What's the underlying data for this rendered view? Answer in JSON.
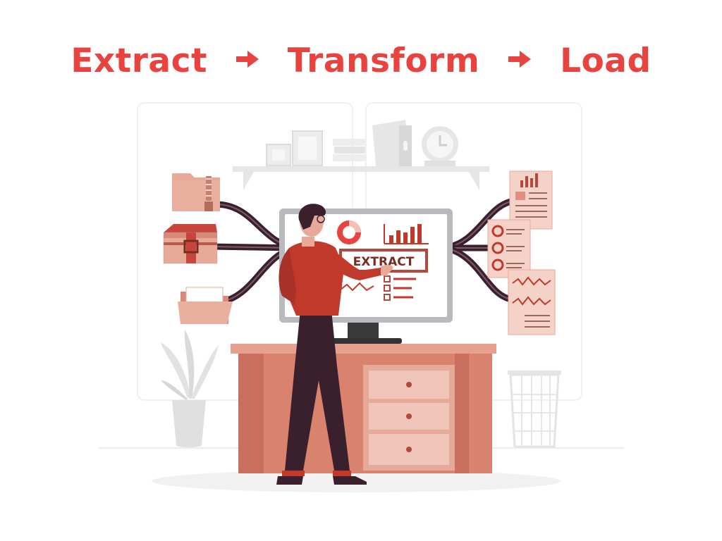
{
  "title": {
    "steps": [
      "Extract",
      "Transform",
      "Load"
    ]
  },
  "monitor": {
    "button_label": "EXTRACT"
  },
  "colors": {
    "accent": "#e8433f",
    "brand_red": "#c0392b",
    "desk": "#d9826e",
    "pipe": "#3a1f2c",
    "shelf": "#e6e6e6"
  }
}
